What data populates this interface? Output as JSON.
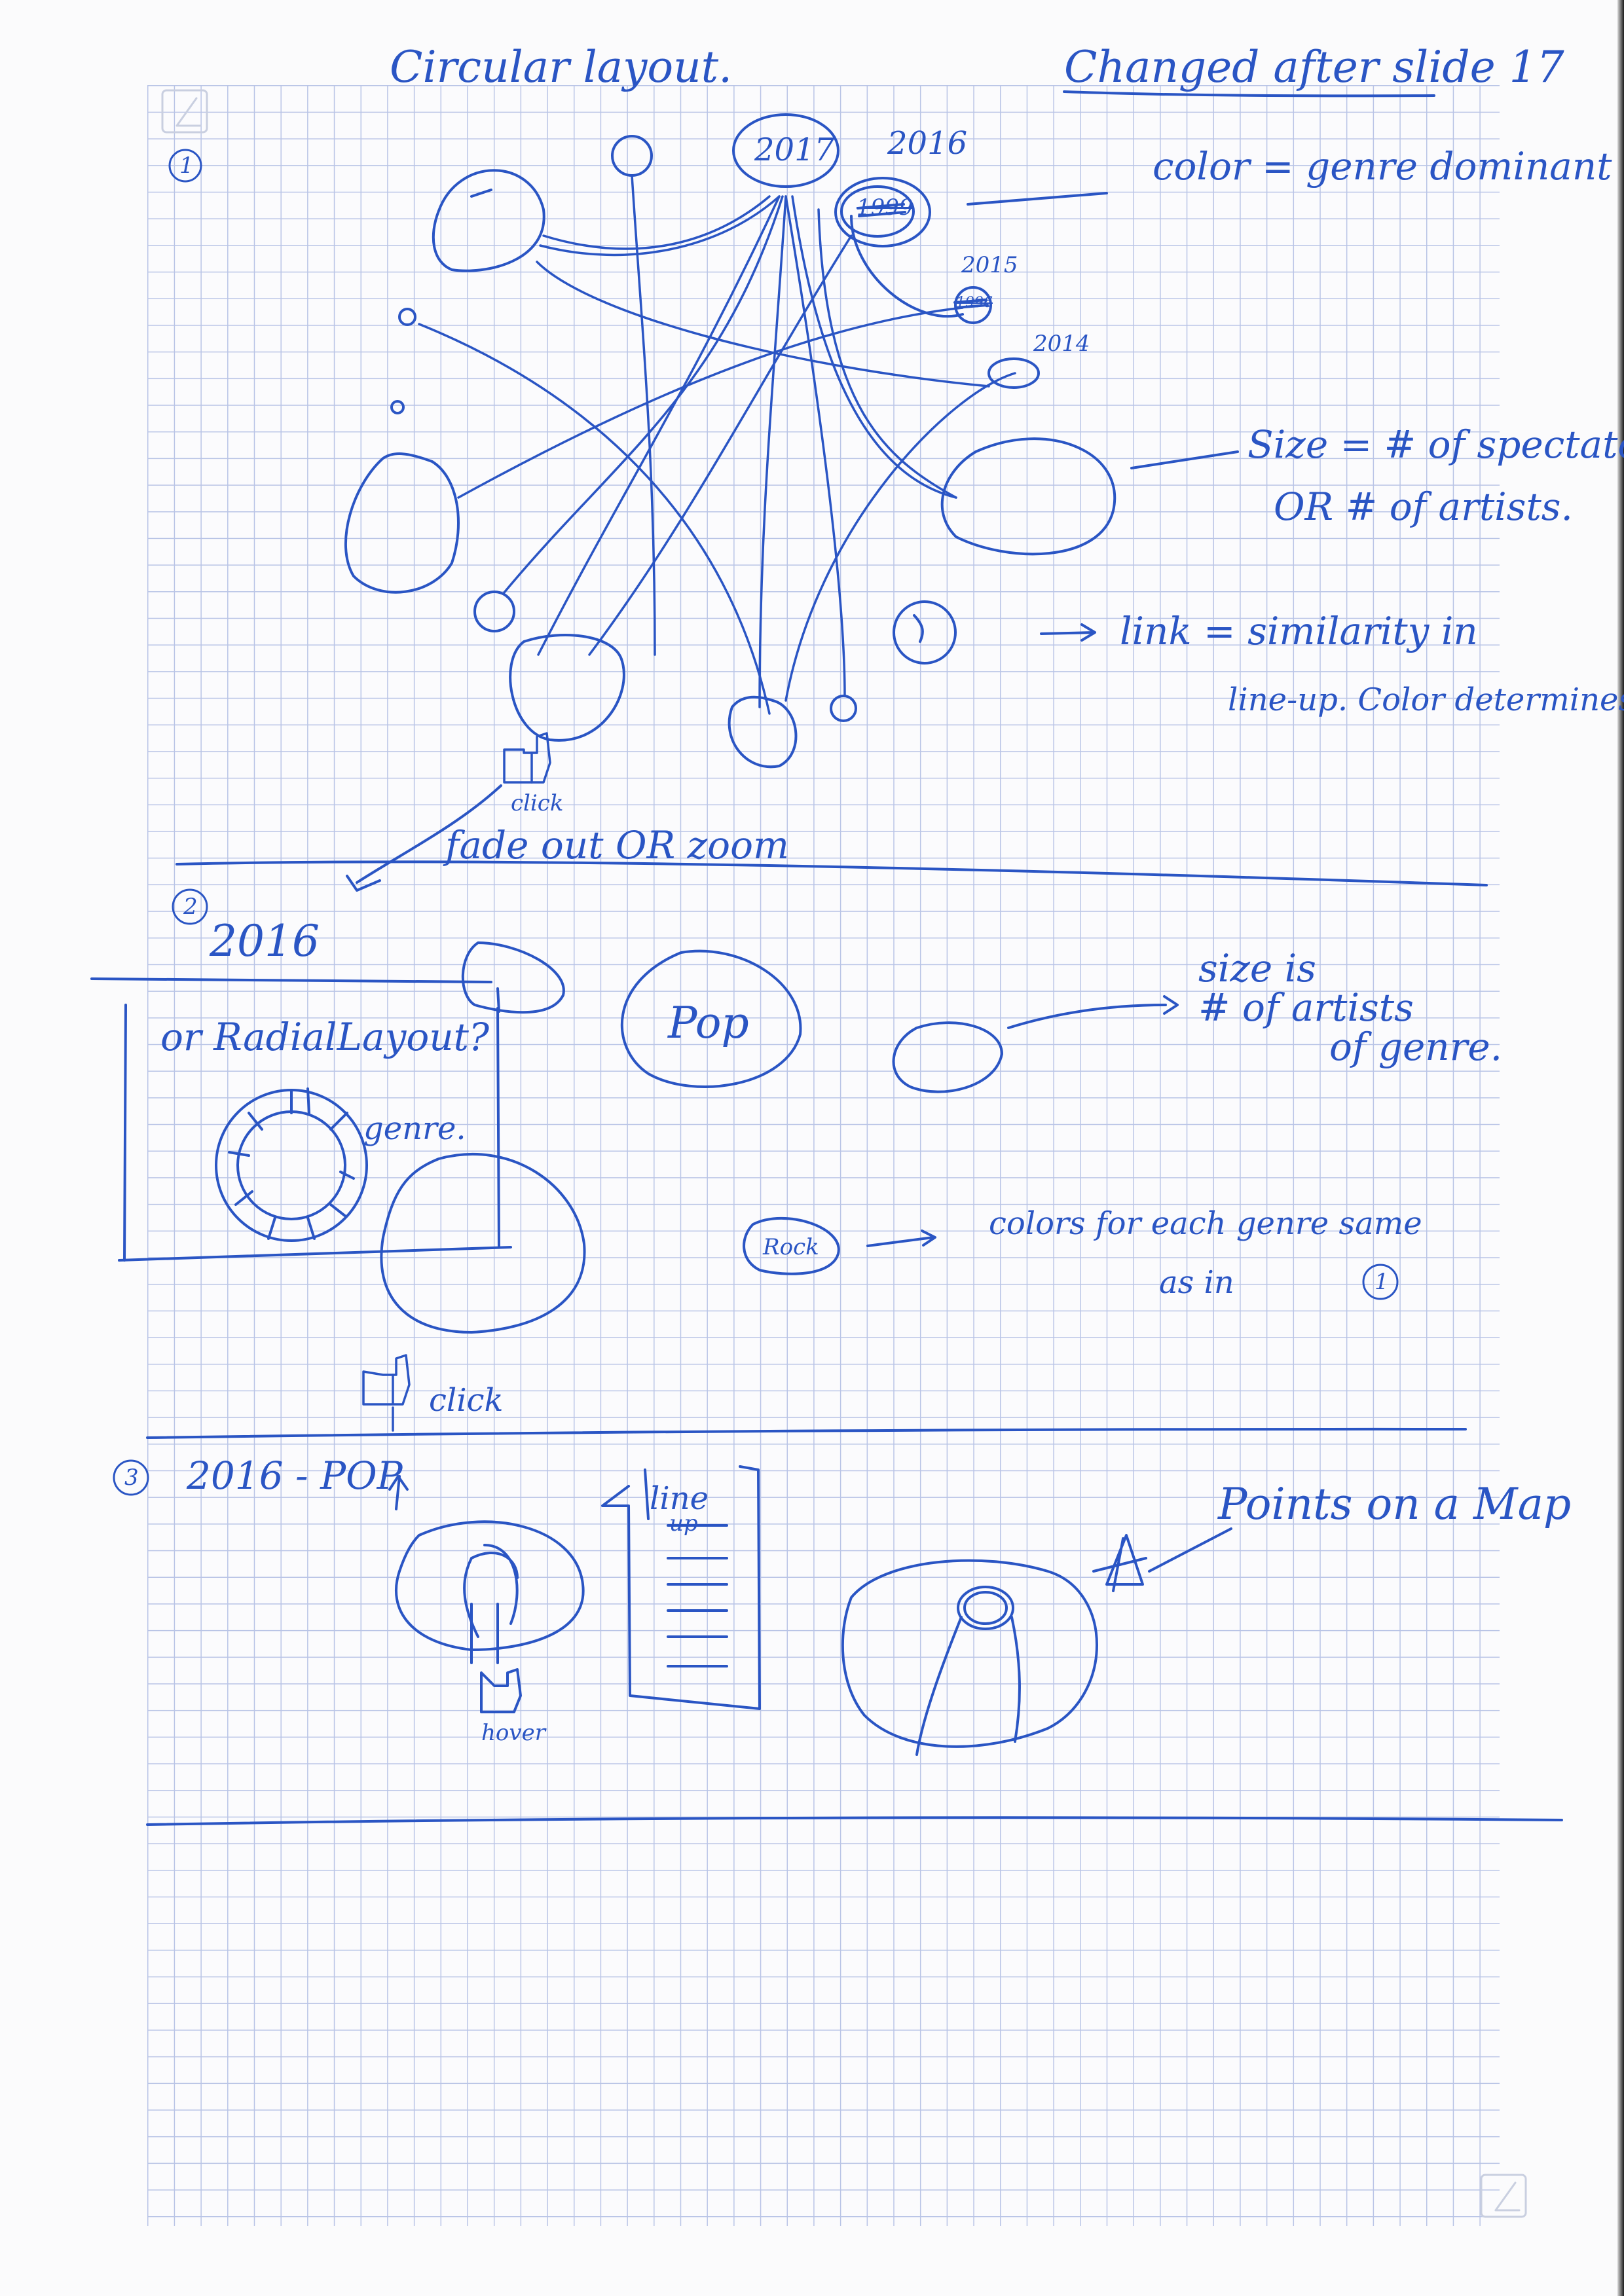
{
  "colors": {
    "ink": "#2a55c4",
    "ink_light": "#5b86e0",
    "grid": "#b9c4e6",
    "paper": "#fbfbfc"
  },
  "header": {
    "title": "Circular layout.",
    "revision_note": "Changed after slide 17"
  },
  "section1": {
    "number": "1",
    "node_years": [
      "2017",
      "2016",
      "2015",
      "2014"
    ],
    "struck_labels": [
      "1999",
      "1996"
    ],
    "annotations": {
      "color": "color = genre dominant",
      "size_line1": "Size = # of spectators",
      "size_line2": "OR # of artists.",
      "link_line1": "link = similarity in",
      "link_line2": "line-up. Color determines"
    },
    "click_label": "click",
    "transition": "fade out OR zoom"
  },
  "section2": {
    "number": "2",
    "year": "2016",
    "alternative": "or RadialLayout?",
    "genre_label": "genre.",
    "pop_label": "Pop",
    "rock_label": "Rock",
    "size_note_line1": "size is",
    "size_note_line2": "# of artists",
    "size_note_line3": "of genre.",
    "colors_note_line1": "colors for each genre same",
    "colors_note_line2": "as in",
    "colors_note_ref": "1",
    "click_label": "click"
  },
  "section3": {
    "number": "3",
    "title": "2016 - POP",
    "lineup_label_1": "line",
    "lineup_label_2": "up",
    "hover_label": "hover",
    "map_note": "Points on a Map"
  }
}
